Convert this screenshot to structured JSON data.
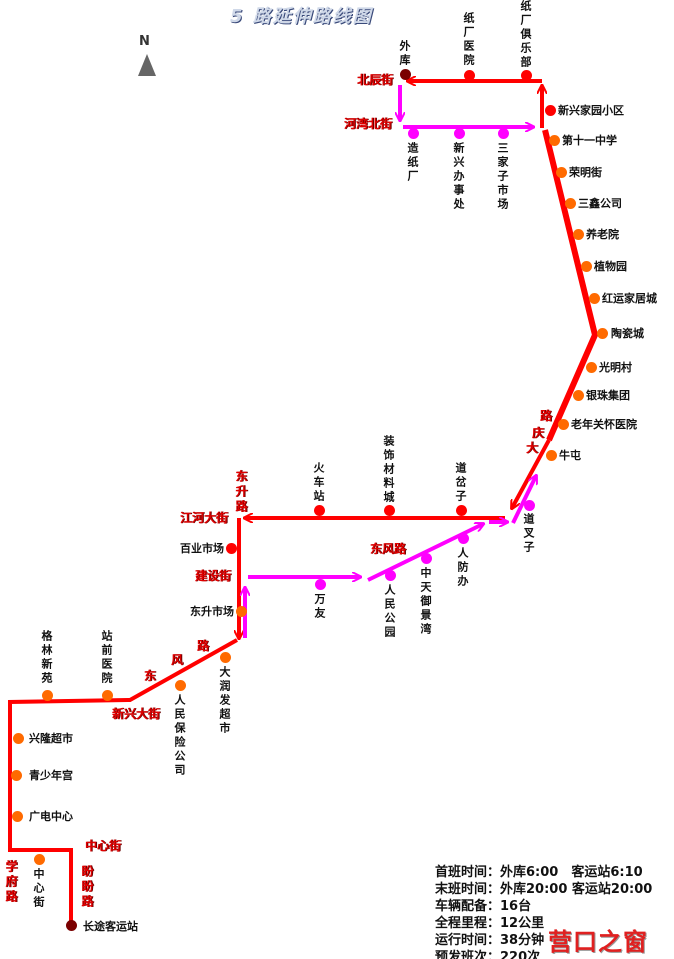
{
  "title": "5 路延伸路线图",
  "north_label": "N",
  "colors": {
    "route_out": "#ff0000",
    "route_back": "#ff00ff",
    "stop_red": "#ff0000",
    "stop_orange": "#ff6a00",
    "stop_magenta": "#ff00ff",
    "terminal": "#7a0000"
  },
  "stations": [
    "外库",
    "纸厂医院",
    "纸厂俱乐部",
    "新兴家园小区",
    "第十一中学",
    "荣明街",
    "三鑫公司",
    "养老院",
    "植物园",
    "红运家居城",
    "陶瓷城",
    "光明村",
    "银珠集团",
    "老年关怀医院",
    "牛屯",
    "道叉子",
    "人防办",
    "中天御景湾",
    "人民公园",
    "万友",
    "东升市场",
    "百业市场",
    "道岔子",
    "装饰材料城",
    "火车站",
    "大润发超市",
    "人民保险公司",
    "站前医院",
    "格林新苑",
    "兴隆超市",
    "青少年宫",
    "广电中心",
    "中心街",
    "长途客运站",
    "造纸厂",
    "新兴办事处",
    "三家子市场"
  ],
  "streets": [
    "北辰街",
    "河湾北街",
    "东升路",
    "江河大街",
    "建设街",
    "东风路",
    "新兴大街",
    "东",
    "风",
    "路",
    "大",
    "庆",
    "路",
    "学府路",
    "中心街",
    "盼盼路"
  ],
  "info": [
    "首班时间：外库6:00　客运站6:10",
    "末班时间：外库20:00 客运站20:00",
    "车辆配备：16台",
    "全程里程：12公里",
    "运行时间：38分钟",
    "预发班次：220次"
  ],
  "logo": "营口之窗"
}
